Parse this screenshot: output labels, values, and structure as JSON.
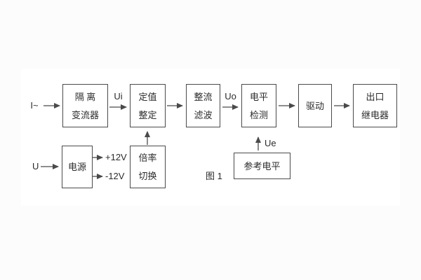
{
  "figure": {
    "caption": "图 1",
    "colors": {
      "line": "#4a4a4a",
      "text": "#2b2b2b",
      "panel": "#ffffff",
      "page_background": "#fcfcfc"
    },
    "blocks": {
      "isolation": {
        "line1": "隔 离",
        "line2": "变流器"
      },
      "setting": {
        "line1": "定值",
        "line2": "整定"
      },
      "rectifier": {
        "line1": "整流",
        "line2": "滤波"
      },
      "detector": {
        "line1": "电平",
        "line2": "检测"
      },
      "driver": {
        "line1": "驱动"
      },
      "relay": {
        "line1": "出口",
        "line2": "继电器"
      },
      "power": {
        "line1": "电源"
      },
      "multiplier": {
        "line1": "倍率",
        "line2": "切换"
      },
      "reference": {
        "line1": "参考电平"
      }
    },
    "labels": {
      "input_current": "I~",
      "input_voltage": "U",
      "ui": "Ui",
      "uo": "Uo",
      "ue": "Ue",
      "plus12": "+12V",
      "minus12": "-12V"
    }
  }
}
